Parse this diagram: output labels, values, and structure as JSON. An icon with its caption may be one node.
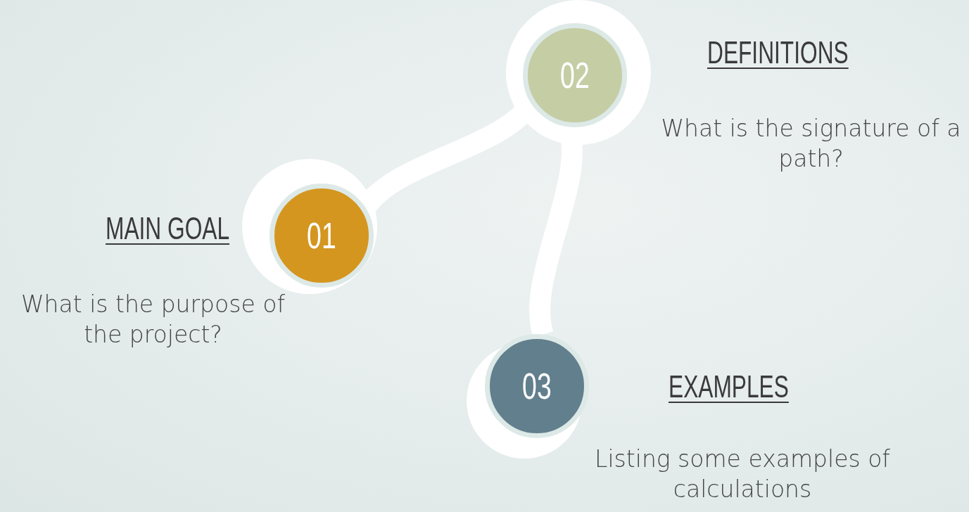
{
  "diagram": {
    "nodes": [
      {
        "text": [
          "01"
        ],
        "beside": [
          "MAIN GOAL",
          "What is the purpose of the project?"
        ]
      },
      {
        "text": [
          "02"
        ],
        "beside": [
          "DEFINITIONS",
          "What is the signature of a path?"
        ]
      },
      {
        "text": [
          "03"
        ],
        "beside": [
          "EXAMPLES",
          "Listing some examples of calculations"
        ]
      }
    ],
    "edges": [
      {
        "from": 0,
        "to": 1,
        "arrow": "none"
      },
      {
        "from": 1,
        "to": 2,
        "arrow": "none"
      }
    ]
  }
}
